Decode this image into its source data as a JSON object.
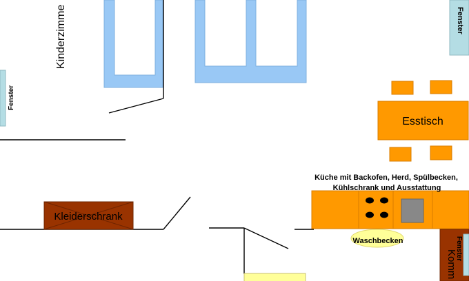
{
  "labels": {
    "kinderzimmer": "Kinderzimme",
    "fenster_top_right": "Fenster",
    "fenster_left": "Fenster",
    "fenster_bottom_right": "Fenster",
    "esstisch": "Esstisch",
    "kueche_line1": "Küche mit Backofen, Herd, Spülbecken,",
    "kueche_line2": "Kühlschrank und Ausstattung",
    "kleiderschrank": "Kleiderschrank",
    "waschbecken": "Waschbecken",
    "kommode": "Komm"
  },
  "colors": {
    "window": "#b4dde4",
    "window_border": "#8fb9c2",
    "bed_blue": "#99c8f5",
    "orange": "#ff9900",
    "orange_border": "#d97d00",
    "brown": "#993300",
    "stove_gray": "#888888",
    "waschbecken_fill": "#ffff99",
    "yellow_box": "#ffff99",
    "wall": "#000000"
  }
}
